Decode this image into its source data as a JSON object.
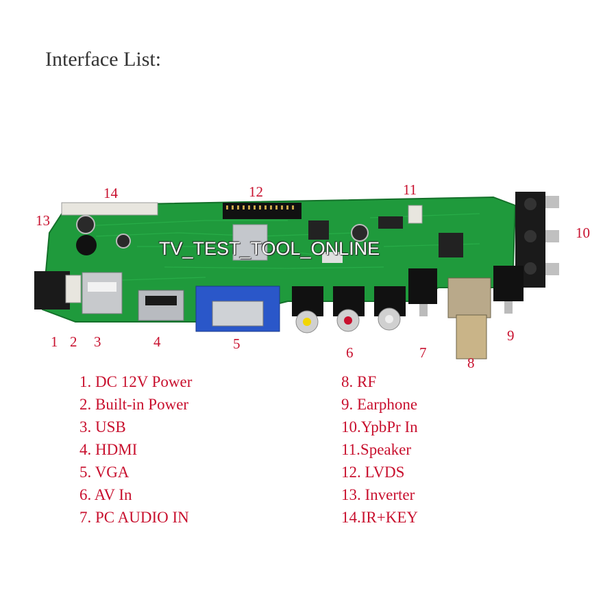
{
  "title": "Interface List:",
  "watermark": "TV_TEST_TOOL_ONLINE",
  "callouts": [
    "1",
    "2",
    "3",
    "4",
    "5",
    "6",
    "7",
    "8",
    "9",
    "10",
    "11",
    "12",
    "13",
    "14"
  ],
  "legend_left": [
    "1. DC 12V Power",
    "2. Built-in Power",
    "3. USB",
    "4. HDMI",
    "5. VGA",
    "6. AV In",
    "7. PC AUDIO IN"
  ],
  "legend_right": [
    "8. RF",
    "9. Earphone",
    "10.YpbPr In",
    "11.Speaker",
    "12. LVDS",
    "13. Inverter",
    "14.IR+KEY"
  ],
  "colors": {
    "board": "#1f9a3c",
    "label": "#c8102e",
    "title": "#333333"
  }
}
